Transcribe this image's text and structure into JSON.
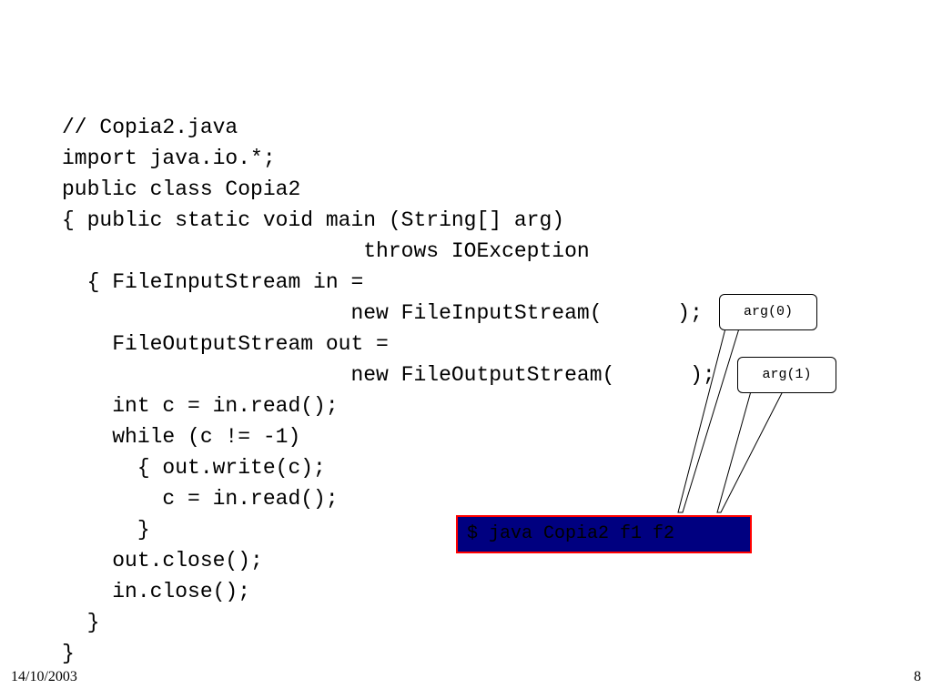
{
  "slide": {
    "code_lines": [
      "// Copia2.java",
      "import java.io.*;",
      "public class Copia2",
      "{ public static void main (String[] arg)",
      "                        throws IOException",
      "  { FileInputStream in =",
      "                       new FileInputStream(      );",
      "    FileOutputStream out =",
      "                       new FileOutputStream(      );",
      "    int c = in.read();",
      "    while (c != -1)",
      "      { out.write(c);",
      "        c = in.read();",
      "      }",
      "    out.close();",
      "    in.close();",
      "  }",
      "}"
    ],
    "callouts": {
      "arg0": "arg(0)",
      "arg1": "arg(1)"
    },
    "command": "$ java Copia2 f1 f2",
    "footer": {
      "date": "14/10/2003",
      "page_number": "8"
    },
    "colors": {
      "command_background": "#000080",
      "command_border": "#ff0000",
      "command_text": "#000000"
    }
  }
}
